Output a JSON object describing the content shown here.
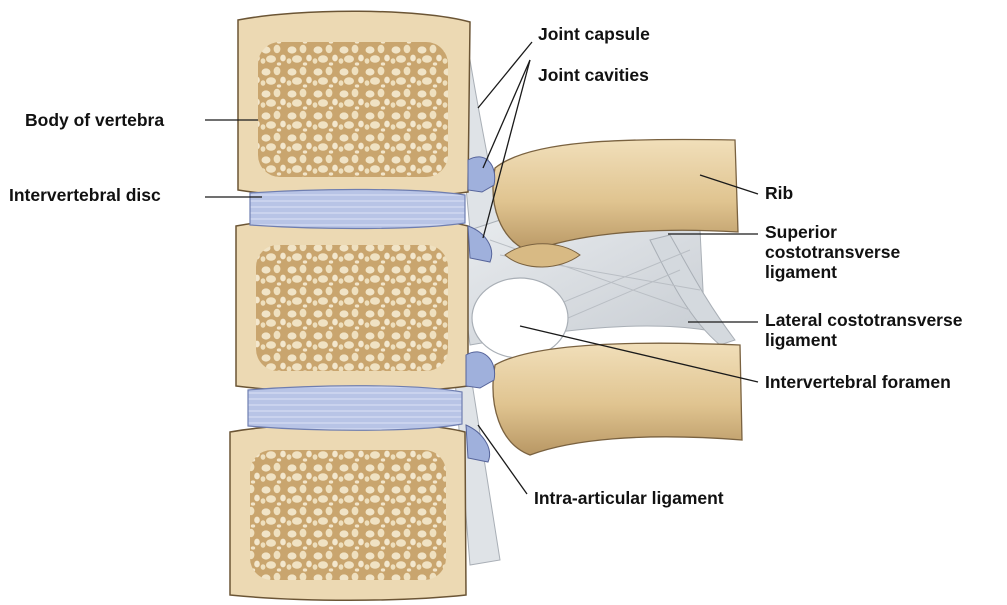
{
  "figure": {
    "labels": {
      "body_of_vertebra": "Body of vertebra",
      "intervertebral_disc": "Intervertebral disc",
      "joint_capsule": "Joint capsule",
      "joint_cavities": "Joint cavities",
      "rib": "Rib",
      "superior_costotransverse_ligament": [
        "Superior",
        "costotransverse",
        "ligament"
      ],
      "lateral_costotransverse_ligament": [
        "Lateral costotransverse",
        "ligament"
      ],
      "intervertebral_foramen": "Intervertebral foramen",
      "intra_articular_ligament": "Intra-articular ligament"
    },
    "colors": {
      "bone_surface": "#ecd9b3",
      "bone_edge": "#6b5535",
      "cancellous_bone": "#c9a56e",
      "disc": "#b8c4e6",
      "rib": "#e2c796",
      "ligament": "#dadfe4",
      "cartilage": "#9fb0dc",
      "leader_lines": "#1a1a1a"
    }
  }
}
